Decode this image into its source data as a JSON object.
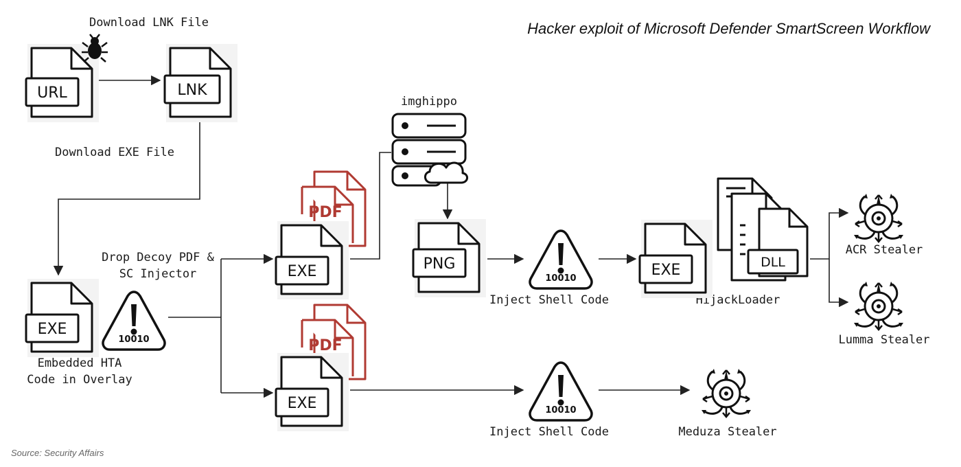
{
  "title": "Hacker exploit of Microsoft Defender SmartScreen Workflow",
  "source": "Source: Security Affairs",
  "labels": {
    "download_lnk": "Download LNK File",
    "download_exe": "Download EXE File",
    "imghippo": "imghippo",
    "drop_decoy_1": "Drop Decoy PDF &",
    "drop_decoy_2": "SC Injector",
    "embedded_1": "Embedded HTA",
    "embedded_2": "Code in Overlay",
    "inject_1": "Inject Shell Code",
    "inject_2": "Inject Shell Code",
    "hijackloader": "HijackLoader",
    "acr": "ACR Stealer",
    "lumma": "Lumma Stealer",
    "meduza": "Meduza Stealer"
  },
  "files": {
    "url": "URL",
    "lnk": "LNK",
    "exe1": "EXE",
    "exe2": "EXE",
    "exe3": "EXE",
    "exe4": "EXE",
    "png": "PNG",
    "pdf1": "PDF",
    "pdf2": "PDF",
    "dll": "DLL"
  },
  "warnings": {
    "w1": "10010",
    "w2": "10010",
    "w3": "10010"
  },
  "icons": [
    "bug-icon",
    "server-cloud-icon",
    "stealer-icon",
    "warning-icon"
  ],
  "colors": {
    "pdf_accent": "#b03a32",
    "stroke": "#222222"
  }
}
